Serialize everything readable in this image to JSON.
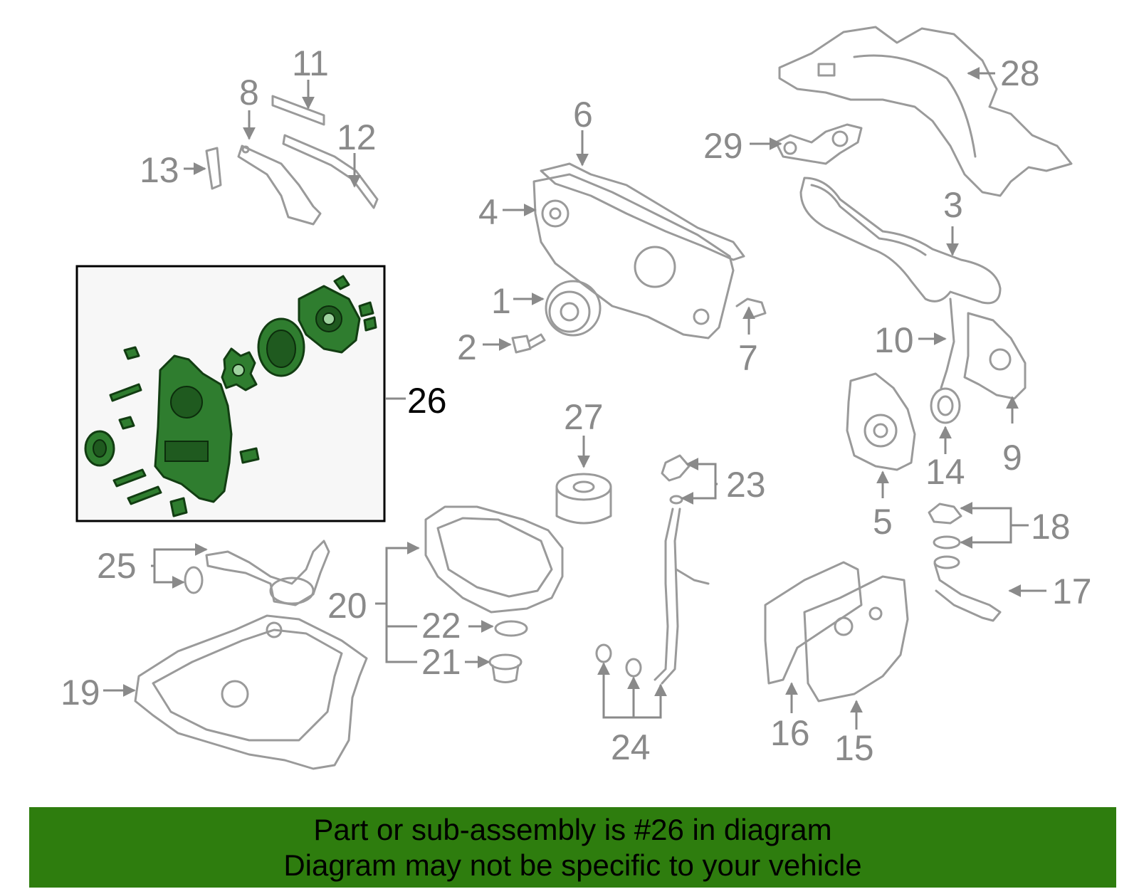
{
  "diagram": {
    "highlight_color": "#2f7d2f",
    "callouts": [
      "1",
      "2",
      "3",
      "4",
      "5",
      "6",
      "7",
      "8",
      "9",
      "10",
      "11",
      "12",
      "13",
      "14",
      "15",
      "16",
      "17",
      "18",
      "19",
      "20",
      "21",
      "22",
      "23",
      "24",
      "25",
      "26",
      "27",
      "28",
      "29"
    ],
    "highlighted_callout": "26"
  },
  "banner": {
    "background": "#2e7d0e",
    "line1": "Part or sub-assembly is #26 in diagram",
    "line2": "Diagram may not be specific to your vehicle"
  }
}
